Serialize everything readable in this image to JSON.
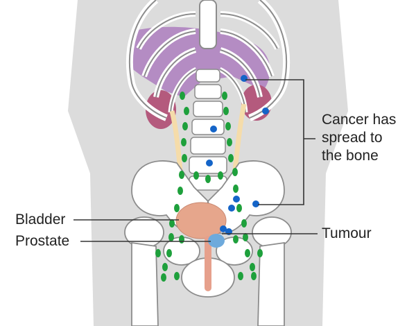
{
  "labels": {
    "spread": [
      "Cancer has",
      "spread to",
      "the bone"
    ],
    "bladder": "Bladder",
    "prostate": "Prostate",
    "tumour": "Tumour"
  },
  "colors": {
    "body": "#dcdcdc",
    "bone": "#ffffff",
    "bone_outline": "#8c8c8c",
    "liver": "#b48cc3",
    "kidney": "#b45a7d",
    "ureter": "#f5dcaa",
    "bladder": "#e6a68c",
    "lymph_node": "#1ea03c",
    "bone_metastasis": "#1464c8",
    "tumour": "#6eaadc",
    "urethra": "#e6a08c",
    "leader_line": "#333333"
  }
}
